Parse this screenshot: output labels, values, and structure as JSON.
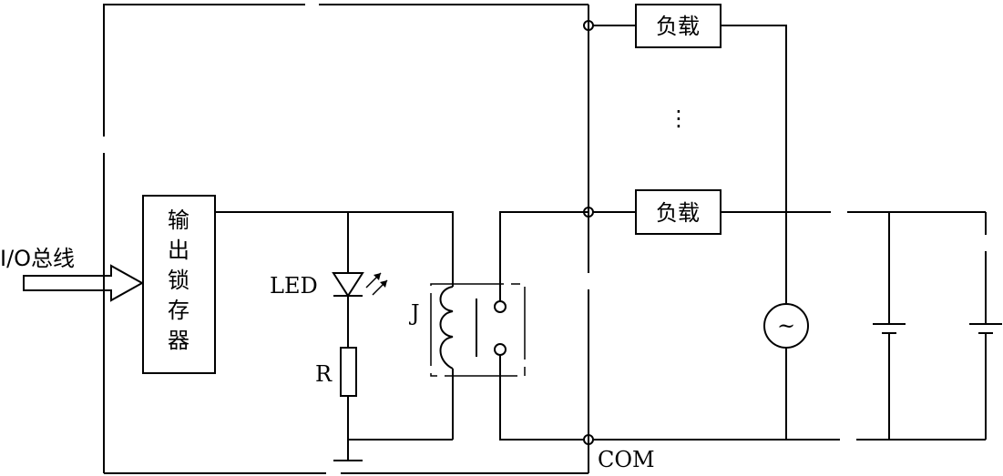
{
  "labels": {
    "io_bus": "I/O总线",
    "latch": [
      "输",
      "出",
      "锁",
      "存",
      "器"
    ],
    "led": "LED",
    "resistor": "R",
    "relay": "J",
    "load_top": "负载",
    "load_bottom": "负载",
    "ellipsis": "⋮",
    "com": "COM",
    "ac_source": "~"
  }
}
